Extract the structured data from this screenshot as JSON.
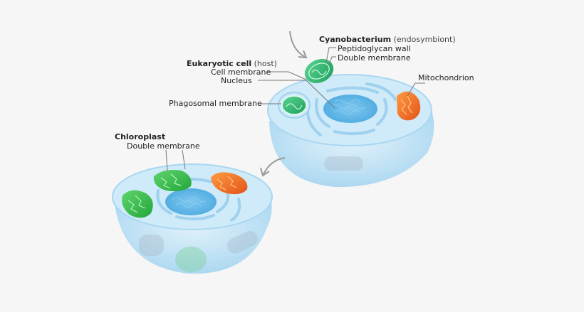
{
  "labels": {
    "cyanobacterium": "Cyanobacterium",
    "cyanobacterium_note": "(endosymbiont)",
    "peptidoglycan_wall": "Peptidoglycan wall",
    "cyano_double_membrane": "Double membrane",
    "eukaryotic_cell": "Eukaryotic cell",
    "eukaryotic_cell_note": "(host)",
    "cell_membrane": "Cell membrane",
    "nucleus": "Nucleus",
    "mitochondrion": "Mitochondrion",
    "phagosomal_membrane": "Phagosomal membrane",
    "chloroplast": "Chloroplast",
    "chloroplast_double_membrane": "Double membrane"
  },
  "colors": {
    "background": "#f6f6f6",
    "cell_body": "#bfe3f7",
    "nucleus": "#62b9e8",
    "chloroplast_green": "#35c04f",
    "cyanobacterium_green": "#2fbf71",
    "mitochondrion_orange": "#f07a24",
    "arrow_gray": "#9a9a9a"
  }
}
